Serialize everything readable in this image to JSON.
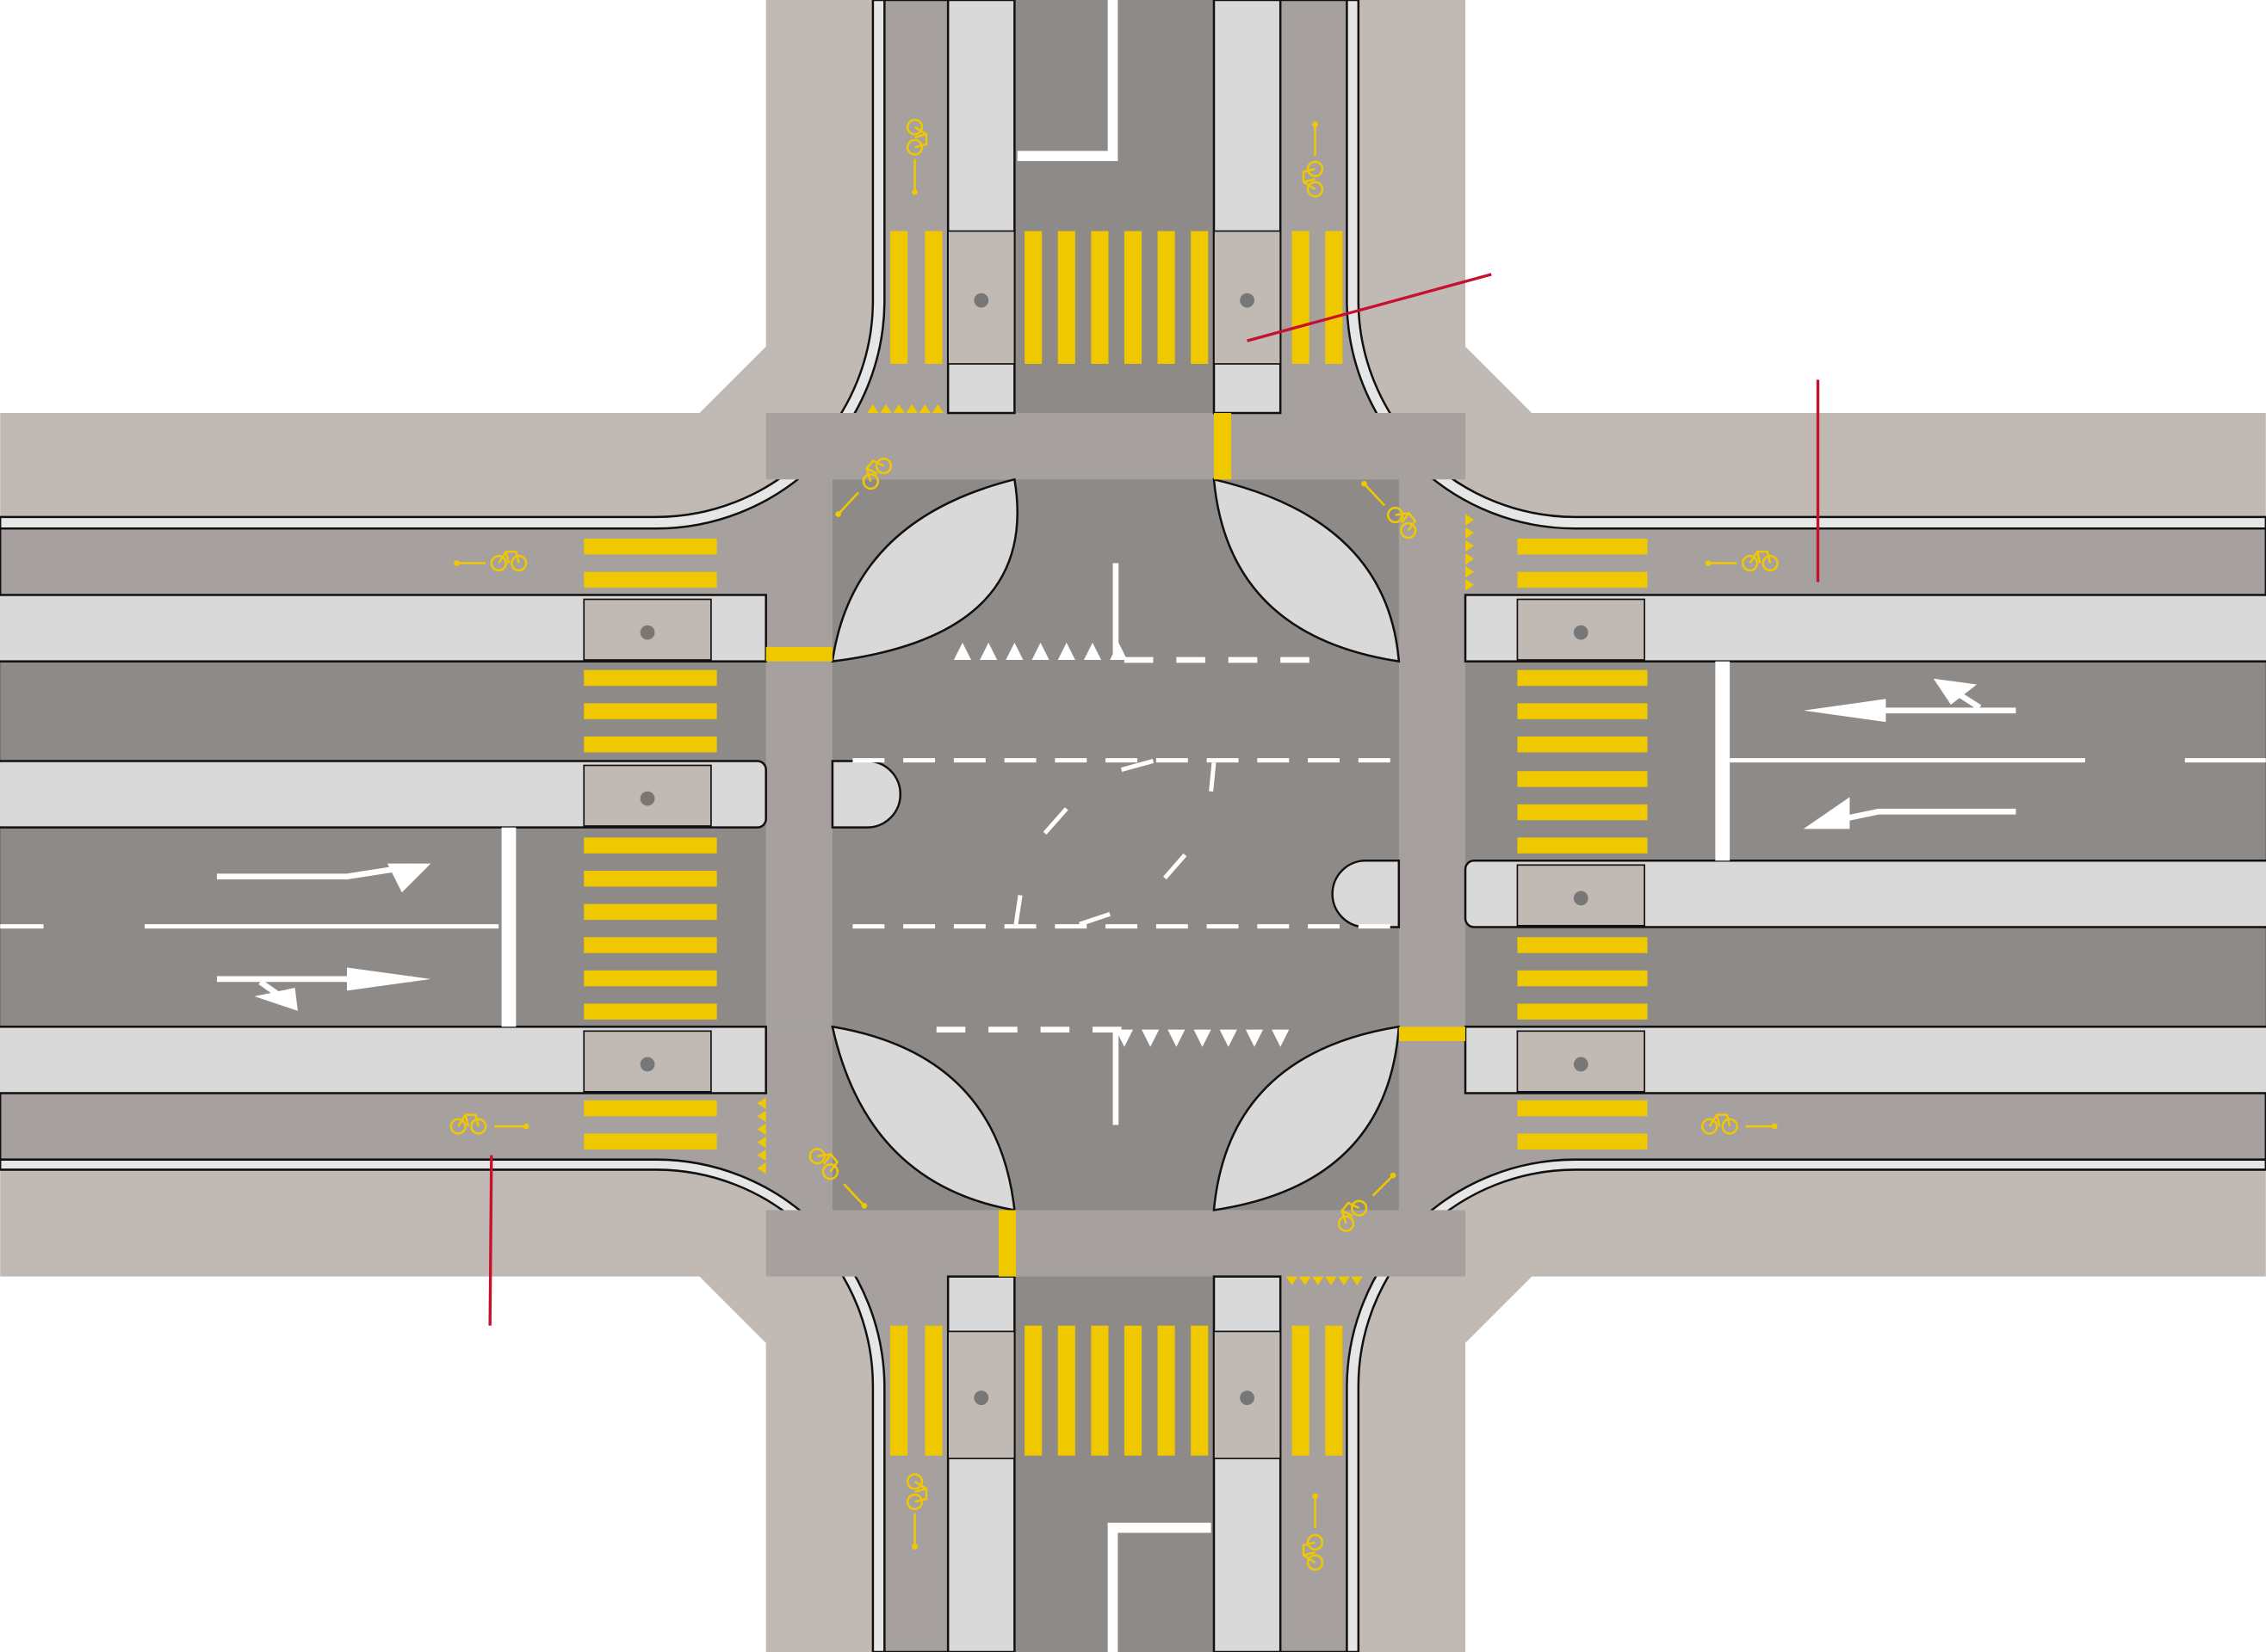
{
  "diagram": {
    "type": "intersection-plan",
    "colors": {
      "background": "#ffffff",
      "sidewalk": "#c1bab4",
      "roadway": "#8e8a87",
      "bike_lane": "#a6a19e",
      "median": "#d9d9d9",
      "curb_strip": "#e6e6e6",
      "crosswalk_yellow": "#f0c800",
      "marking_white": "#ffffff",
      "refuge": "#c1bab4",
      "annotation_line": "#c8102e",
      "outline": "#111111"
    },
    "icons": [
      "bicycle-symbol-icon",
      "arrow-icon",
      "tactile-paving-icon",
      "pedestrian-signal-icon"
    ],
    "arms": [
      "north",
      "east",
      "south",
      "west"
    ]
  }
}
